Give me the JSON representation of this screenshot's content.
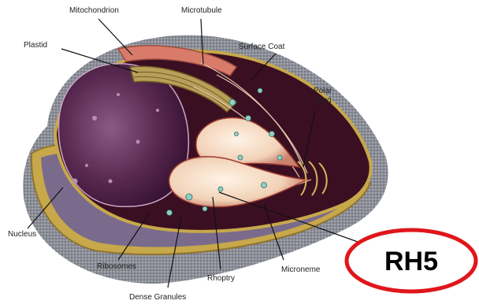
{
  "labels": {
    "mitochondrion": "Mitochondrion",
    "microtubule": "Microtubule",
    "plastid": "Plastid",
    "surface_coat": "Surface Coat",
    "polar_ring_1": "Polar",
    "polar_ring_2": "Ring",
    "nucleus": "Nucleus",
    "ribosomes": "Ribosomes",
    "dense_granules": "Dense Granules",
    "rhoptry": "Rhoptry",
    "microneme": "Microneme"
  },
  "callout": {
    "text": "RH5",
    "ring_color": "#e0161b"
  },
  "colors": {
    "nucleus": "#5a2a52",
    "cytoplasm": "#3a0f22",
    "rhoptry": "#f2d6bf",
    "coat": "#8a8d96",
    "membrane": "#b99a3c"
  }
}
